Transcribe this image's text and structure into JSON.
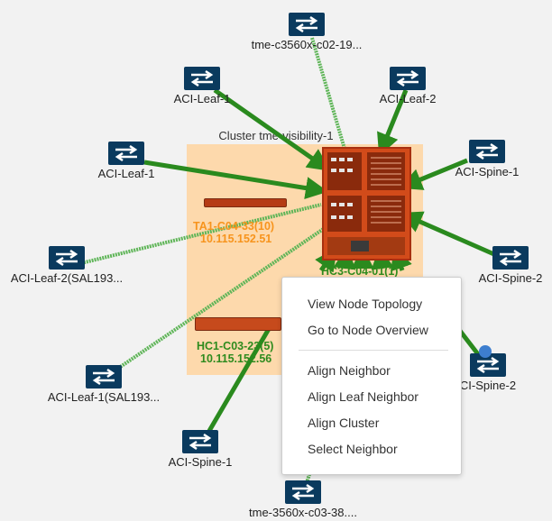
{
  "colors": {
    "link_green": "#2a8a1e",
    "cluster_fill": "#fdd9ac",
    "icon_navy": "#0a3a5e",
    "chassis_orange": "#d24b1a",
    "label_orange": "#f7941d",
    "label_green": "#2e8b1e",
    "selection_blue": "#3d7ecf"
  },
  "cluster": {
    "label": "Cluster tme-visibility-1"
  },
  "nodes": [
    {
      "id": "tme-c3560x-c02",
      "label": "tme-c3560x-c02-19...",
      "icon": "switch-icon"
    },
    {
      "id": "aci-leaf-1-top",
      "label": "ACI-Leaf-1",
      "icon": "switch-icon"
    },
    {
      "id": "aci-leaf-2-top",
      "label": "ACI-Leaf-2",
      "icon": "switch-icon"
    },
    {
      "id": "aci-leaf-1-left",
      "label": "ACI-Leaf-1",
      "icon": "switch-icon"
    },
    {
      "id": "aci-spine-1-right",
      "label": "ACI-Spine-1",
      "icon": "switch-icon"
    },
    {
      "id": "aci-leaf-2-sal",
      "label": "ACI-Leaf-2(SAL193...",
      "icon": "switch-icon"
    },
    {
      "id": "aci-spine-2-right",
      "label": "ACI-Spine-2",
      "icon": "switch-icon"
    },
    {
      "id": "aci-leaf-1-sal",
      "label": "ACI-Leaf-1(SAL193...",
      "icon": "switch-icon"
    },
    {
      "id": "aci-spine-2-lower",
      "label": "CI-Spine-2",
      "icon": "switch-icon"
    },
    {
      "id": "aci-spine-1-bottom",
      "label": "ACI-Spine-1",
      "icon": "switch-icon"
    },
    {
      "id": "tme-3560x-c03",
      "label": "tme-3560x-c03-38....",
      "icon": "switch-icon"
    }
  ],
  "cluster_devices": [
    {
      "id": "ta1",
      "name": "TA1-C04-33(10)",
      "ip": "10.115.152.51"
    },
    {
      "id": "hc1",
      "name": "HC1-C03-23(5)",
      "ip": "10.115.152.56"
    },
    {
      "id": "hc3",
      "name": "HC3-C04-01(1)",
      "ip": ""
    }
  ],
  "context_menu": {
    "items": [
      "View Node Topology",
      "Go to Node Overview",
      "Align Neighbor",
      "Align Leaf Neighbor",
      "Align Cluster",
      "Select Neighbor"
    ]
  }
}
